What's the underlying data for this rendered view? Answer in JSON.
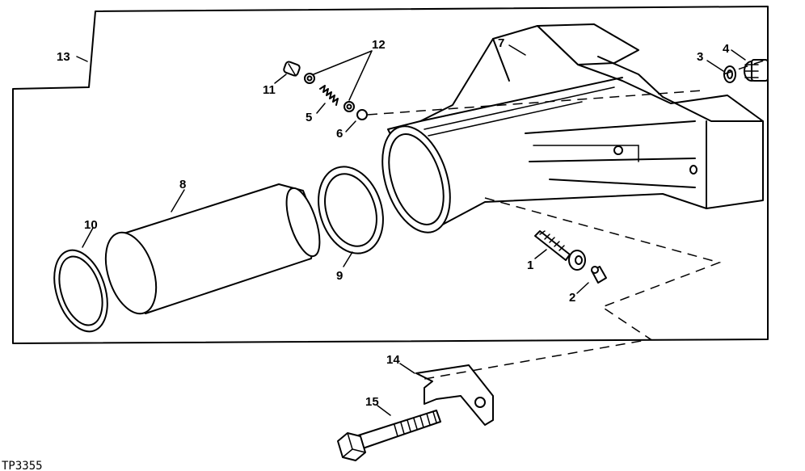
{
  "figure": {
    "id": "TP3355"
  },
  "callouts": [
    "1",
    "2",
    "3",
    "4",
    "5",
    "6",
    "7",
    "8",
    "9",
    "10",
    "11",
    "12",
    "13",
    "14",
    "15"
  ],
  "parts": [
    {
      "callout": "1",
      "icon": "bolt-fitting-icon"
    },
    {
      "callout": "2",
      "icon": "grease-fitting-icon"
    },
    {
      "callout": "3",
      "icon": "washer-icon"
    },
    {
      "callout": "4",
      "icon": "plug-icon"
    },
    {
      "callout": "5",
      "icon": "spring-icon"
    },
    {
      "callout": "6",
      "icon": "ball-icon"
    },
    {
      "callout": "7",
      "icon": "housing-icon"
    },
    {
      "callout": "8",
      "icon": "cylinder-tube-icon"
    },
    {
      "callout": "9",
      "icon": "ring-seal-icon"
    },
    {
      "callout": "10",
      "icon": "ring-seal-icon"
    },
    {
      "callout": "11",
      "icon": "plug-icon"
    },
    {
      "callout": "12",
      "icon": "seal-pair-icon"
    },
    {
      "callout": "13",
      "icon": "outline-border-icon"
    },
    {
      "callout": "14",
      "icon": "bracket-icon"
    },
    {
      "callout": "15",
      "icon": "cap-screw-icon"
    }
  ]
}
